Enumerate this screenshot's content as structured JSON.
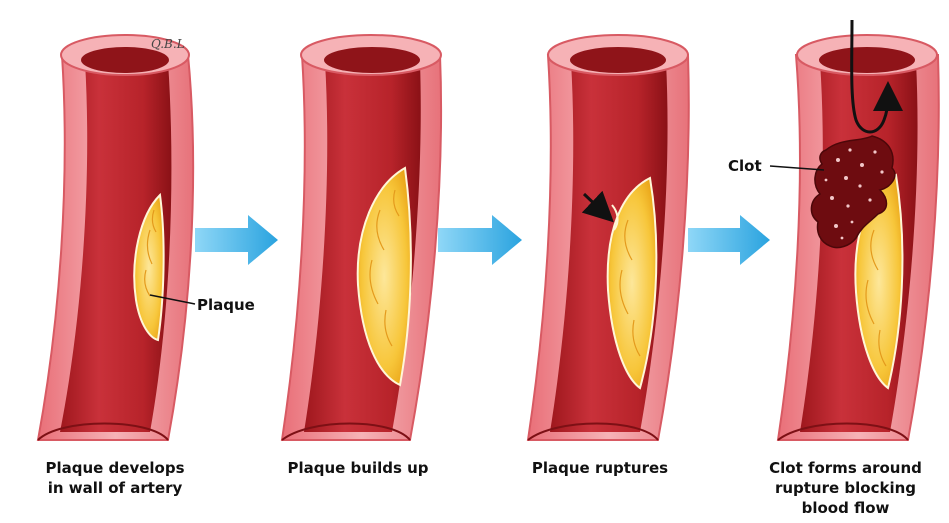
{
  "stages": [
    {
      "id": "stage1",
      "caption_lines": [
        "Plaque develops",
        "in wall of artery"
      ]
    },
    {
      "id": "stage2",
      "caption_lines": [
        "Plaque builds up"
      ]
    },
    {
      "id": "stage3",
      "caption_lines": [
        "Plaque ruptures"
      ]
    },
    {
      "id": "stage4",
      "caption_lines": [
        "Clot forms around",
        "rupture blocking",
        "blood flow"
      ]
    }
  ],
  "labels": {
    "plaque": "Plaque",
    "clot": "Clot"
  },
  "watermark": "Q.B.L",
  "colors": {
    "wall_pink": "#f4a9ad",
    "wall_dark": "#e8737a",
    "lumen_red": "#c1282f",
    "lumen_dark": "#8f1419",
    "plaque_yellow": "#f7c63a",
    "plaque_light": "#fde79a",
    "clot_dark": "#6e0c10",
    "arrow_blue": "#3fb6ea"
  }
}
